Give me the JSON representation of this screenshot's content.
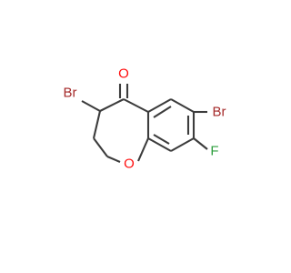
{
  "molecule": {
    "atoms": [
      {
        "id": "br1",
        "label": "Br",
        "color": "#a52a2a"
      },
      {
        "id": "o_keto",
        "label": "O",
        "color": "#ff0d0d"
      },
      {
        "id": "br2",
        "label": "Br",
        "color": "#a52a2a"
      },
      {
        "id": "f",
        "label": "F",
        "color": "#2d9e3e"
      },
      {
        "id": "o_ring",
        "label": "O",
        "color": "#ff0d0d"
      }
    ],
    "bond_color": "#3c3c3c"
  }
}
